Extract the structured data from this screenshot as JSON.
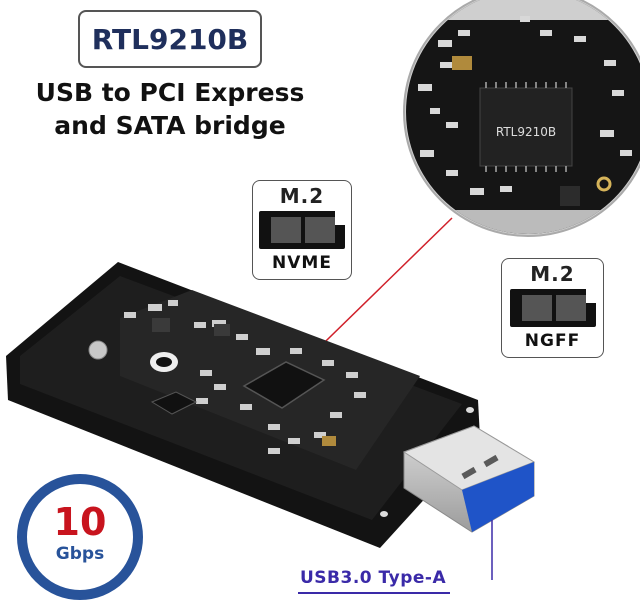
{
  "header": {
    "chip_label": "RTL9210B",
    "line1": "USB to PCI Express",
    "line2": "and SATA bridge"
  },
  "closeup": {
    "chip_marking": "RTL9210B"
  },
  "keys": {
    "nvme": {
      "title": "M.2",
      "name": "NVME"
    },
    "ngff": {
      "title": "M.2",
      "name": "NGFF"
    }
  },
  "speed": {
    "value": "10",
    "unit": "Gbps"
  },
  "connector": {
    "label": "USB3.0 Type-A"
  },
  "colors": {
    "navy": "#1f2f5c",
    "badge_ring": "#28539a",
    "badge_number": "#c8141e",
    "callout_line": "#d0202a",
    "usb_label": "#3a2aa8",
    "usb_blue": "#1f54c8"
  }
}
